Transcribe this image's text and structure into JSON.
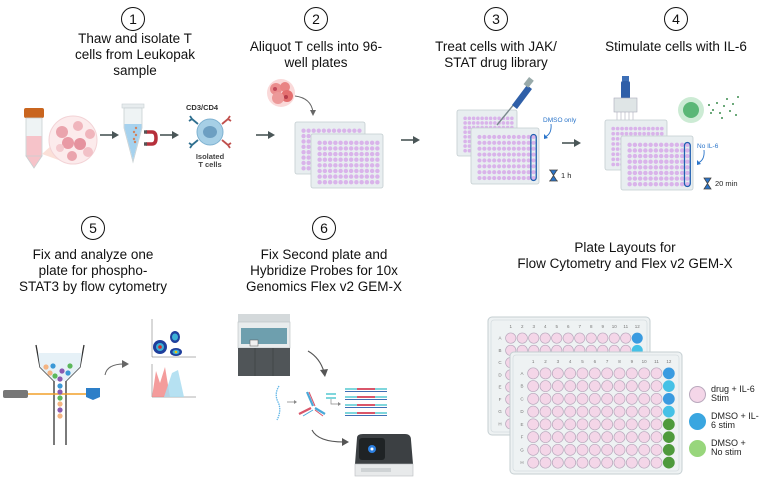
{
  "steps": [
    {
      "number": "1",
      "title_lines": [
        "Thaw and isolate T",
        "cells from Leukopak",
        "sample"
      ]
    },
    {
      "number": "2",
      "title_lines": [
        "Aliquot T cells into 96-",
        "well plates"
      ]
    },
    {
      "number": "3",
      "title_lines": [
        "Treat cells with JAK/",
        "STAT drug library"
      ]
    },
    {
      "number": "4",
      "title_lines": [
        "Stimulate cells with IL-6"
      ]
    },
    {
      "number": "5",
      "title_lines": [
        "Fix and analyze one",
        "plate for phospho-",
        "STAT3 by flow cytometry"
      ]
    },
    {
      "number": "6",
      "title_lines": [
        "Fix Second plate and",
        "Hybridize Probes for 10x",
        "Genomics Flex v2 GEM-X"
      ]
    }
  ],
  "step1": {
    "marker_label": "CD3/CD4",
    "cells_label_lines": [
      "Isolated",
      "T cells"
    ]
  },
  "step3": {
    "annotation": "DMSO only",
    "timer": "1 h"
  },
  "step4": {
    "annotation": "No IL-6",
    "timer": "20 min"
  },
  "layouts": {
    "title_lines": [
      "Plate Layouts for",
      "Flow Cytometry and Flex v2 GEM-X"
    ],
    "columns": [
      "1",
      "2",
      "3",
      "4",
      "5",
      "6",
      "7",
      "8",
      "9",
      "10",
      "11",
      "12"
    ],
    "rows": [
      "A",
      "B",
      "C",
      "D",
      "E",
      "F",
      "G",
      "H"
    ],
    "col12_conditions": [
      "dmso_il6",
      "dmso_il6",
      "dmso_il6",
      "dmso_il6",
      "dmso_nostim",
      "dmso_nostim",
      "dmso_nostim",
      "dmso_nostim"
    ],
    "legend": [
      {
        "key": "drug_il6",
        "label": "drug + IL-6 Stim",
        "color": "#f4d6e8"
      },
      {
        "key": "dmso_il6",
        "label": "DMSO + IL-6 stim",
        "color": "#3aa6e0"
      },
      {
        "key": "dmso_nostim",
        "label": "DMSO + No stim",
        "color": "#98d67c"
      }
    ],
    "well_colors": {
      "drug_il6": "#f4d6e8",
      "dmso_il6_a": "#3a9be0",
      "dmso_il6_b": "#45c1e6",
      "dmso_nostim": "#4e9a3c"
    }
  },
  "colors": {
    "arrow": "#4a5657",
    "plate_well": "#d9b3ea",
    "plate_body": "#e8eef0",
    "outline_blue": "#1f5fb0",
    "annotation_blue": "#2a74c9"
  }
}
